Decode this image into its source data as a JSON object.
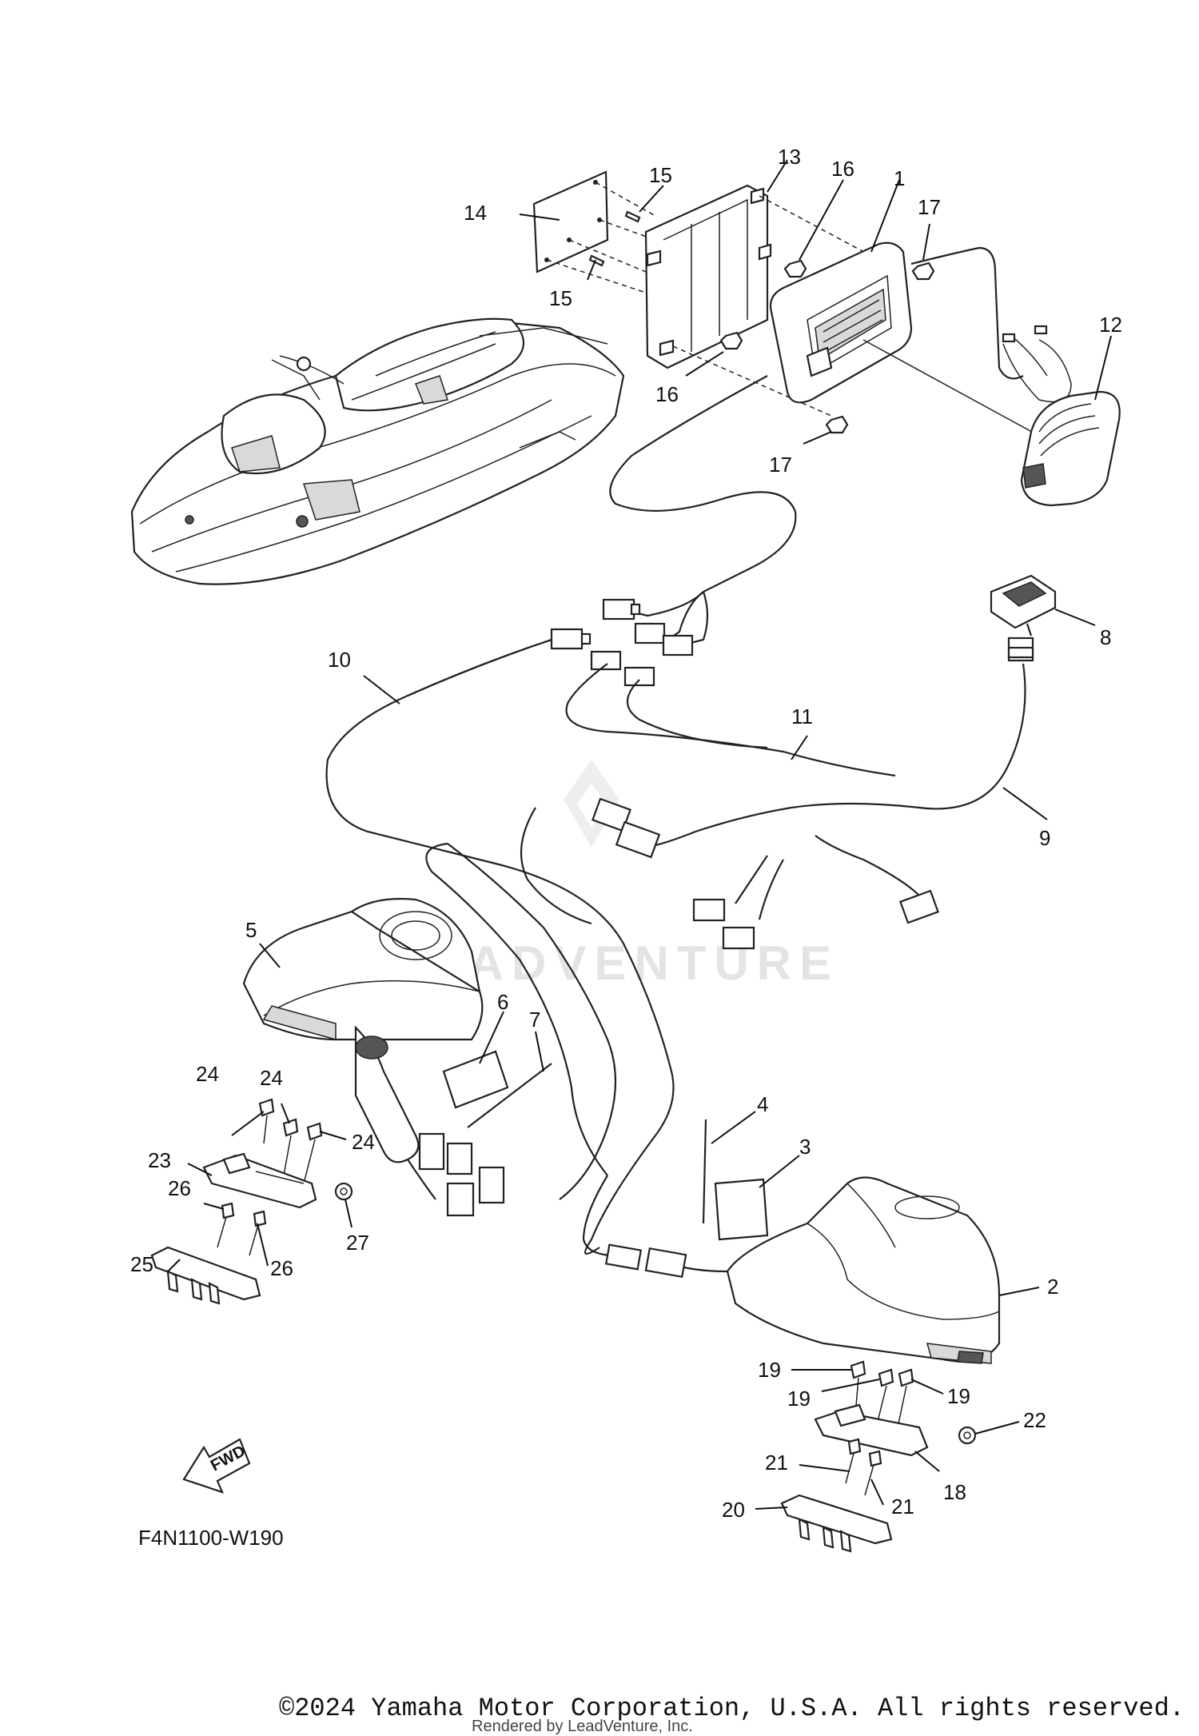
{
  "diagram": {
    "figure_code": "F4N1100-W190",
    "fwd_arrow_label": "FWD",
    "watermark_text": "LEADVENTURE",
    "callouts": [
      "1",
      "2",
      "3",
      "4",
      "5",
      "6",
      "7",
      "8",
      "9",
      "10",
      "11",
      "12",
      "13",
      "14",
      "15",
      "15",
      "16",
      "16",
      "17",
      "17",
      "18",
      "19",
      "19",
      "19",
      "20",
      "21",
      "21",
      "22",
      "23",
      "24",
      "24",
      "24",
      "25",
      "26",
      "26",
      "27"
    ]
  },
  "footer": {
    "copyright": "©2024 Yamaha Motor Corporation, U.S.A. All rights reserved.",
    "rendered_by": "Rendered by LeadVenture, Inc."
  }
}
